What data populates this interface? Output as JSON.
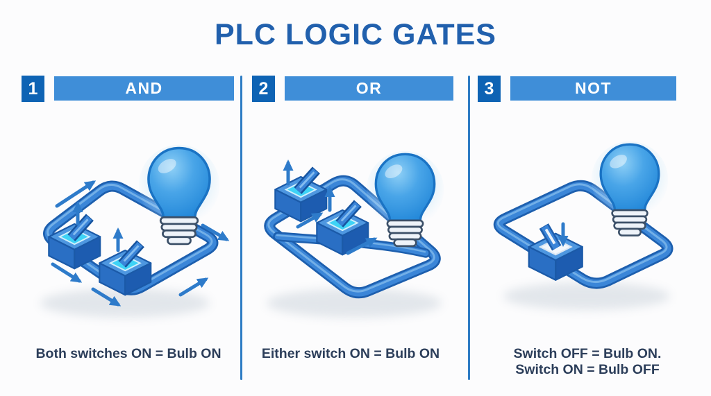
{
  "title": "PLC LOGIC GATES",
  "panels": [
    {
      "number": "1",
      "label": "AND",
      "caption_lines": [
        "Both switches ON = Bulb ON"
      ],
      "circuit": {
        "switch_count": 2,
        "arrangement": "series",
        "switch_state": "both ON (levers up, cyan lit)",
        "bulb_state": "glowing ON"
      }
    },
    {
      "number": "2",
      "label": "OR",
      "caption_lines": [
        "Either switch ON = Bulb ON"
      ],
      "circuit": {
        "switch_count": 2,
        "arrangement": "parallel",
        "switch_state": "both ON (levers up, cyan lit)",
        "bulb_state": "glowing ON"
      }
    },
    {
      "number": "3",
      "label": "NOT",
      "caption_lines": [
        "Switch OFF = Bulb ON.",
        "Switch ON = Bulb OFF"
      ],
      "circuit": {
        "switch_count": 1,
        "arrangement": "single inverting",
        "switch_state": "OFF (lever up-left, down arrow shown)",
        "bulb_state": "glowing ON"
      }
    }
  ],
  "colors": {
    "title_blue": "#2160ad",
    "number_box_blue": "#0e63b4",
    "header_bar_blue": "#3f8ed8",
    "divider_blue": "#2e7cc4",
    "caption_navy": "#2c3e5a",
    "wire_blue": "#3b86d8",
    "wire_outline_blue": "#1d5fae",
    "switch_lit_cyan": "#3ed3f6",
    "bulb_blue": "#49a5e8",
    "glow_light_blue": "#bfe4fa",
    "arrow_blue": "#2e7bca",
    "background": "#fcfcfd"
  },
  "icons": {
    "bulb-icon": "inline-svg light bulb with glow halo and threaded base",
    "toggle-switch-on-icon": "inline-svg isometric toggle switch, lever up-right, cyan lit slot",
    "toggle-switch-off-icon": "inline-svg isometric toggle switch, lever up-left, white slot",
    "flow-arrow-icon": "inline-svg blue current-flow arrow"
  }
}
